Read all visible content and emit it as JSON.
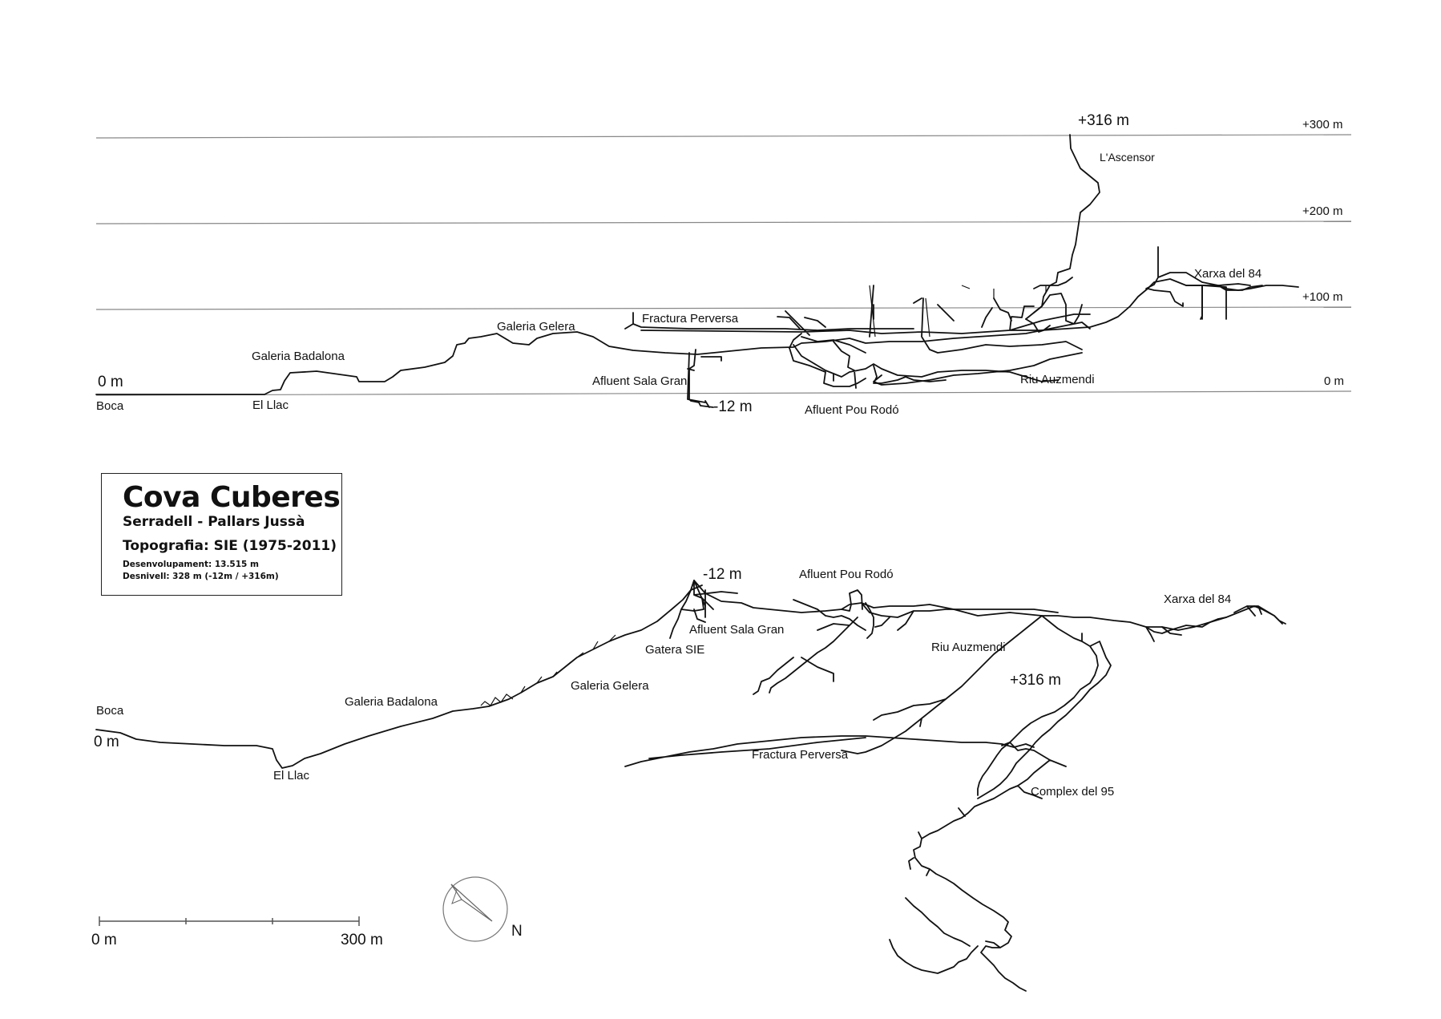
{
  "title": {
    "name": "Cova Cuberes",
    "location": "Serradell - Pallars Jussà",
    "survey": "Topografia: SIE (1975-2011)",
    "development": "Desenvolupament: 13.515 m",
    "depth": "Desnivell: 328 m (-12m / +316m)"
  },
  "profile": {
    "levels": [
      {
        "label": "+300 m"
      },
      {
        "label": "+200 m"
      },
      {
        "label": "+100 m"
      },
      {
        "label": "0 m"
      }
    ],
    "zero_left": "0 m",
    "entrance": "Boca",
    "peak": "+316 m",
    "lowest": "-12 m",
    "places": {
      "ascensor": "L'Ascensor",
      "xarxa84": "Xarxa del 84",
      "fractura": "Fractura Perversa",
      "gelera": "Galeria Gelera",
      "badalona": "Galeria Badalona",
      "sala_gran": "Afluent Sala Gran",
      "auzmendi": "Riu Auzmendi",
      "llac": "El Llac",
      "pou_rodo": "Afluent Pou Rodó"
    }
  },
  "plan": {
    "entrance": "Boca",
    "zero": "0 m",
    "peak": "+316 m",
    "lowest": "-12 m",
    "places": {
      "pou_rodo": "Afluent Pou Rodó",
      "xarxa84": "Xarxa del 84",
      "sala_gran": "Afluent Sala Gran",
      "gatera": "Gatera SIE",
      "auzmendi": "Riu Auzmendi",
      "gelera": "Galeria Gelera",
      "badalona": "Galeria Badalona",
      "llac": "El Llac",
      "fractura": "Fractura Perversa",
      "complex95": "Complex del 95"
    }
  },
  "scale": {
    "start": "0 m",
    "end": "300 m"
  },
  "north": "N"
}
